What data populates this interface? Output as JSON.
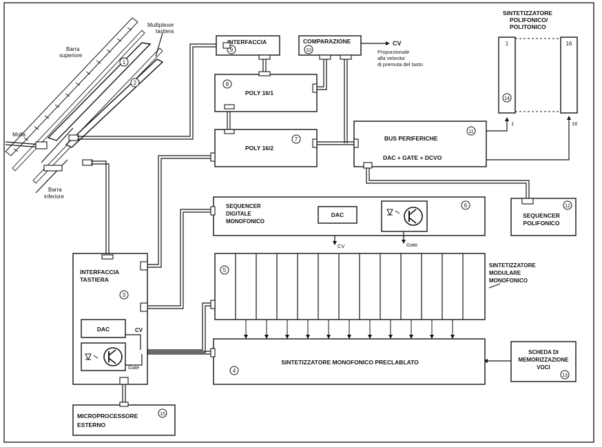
{
  "blocks": {
    "interfaccia": {
      "label": "INTERFACCIA",
      "num": "9"
    },
    "comparazione": {
      "label": "COMPARAZIONE",
      "num": "10"
    },
    "cv_out": "CV",
    "cv_note": [
      "Proporzionale",
      "alla velocita'",
      "di premuta del tasto"
    ],
    "poly161": {
      "label": "POLY 16/1",
      "num": "8"
    },
    "poly162": {
      "label": "POLY 16/2",
      "num": "7"
    },
    "bus": {
      "label": "BUS PERIFERICHE",
      "sub": "DAC + GATE + DCVO",
      "num": "11"
    },
    "synth_poly": {
      "title": [
        "SINTETIZZATORE",
        "POLIFONICO/",
        "POLITONICO"
      ],
      "first": "1",
      "last": "16",
      "num": "14",
      "out1": "1",
      "out16": "16"
    },
    "seq_digitale": {
      "title": [
        "SEQUENCER",
        "DIGITALE",
        "MONOFONICO"
      ],
      "dac": "DAC",
      "cv": "CV",
      "gate": "Gate",
      "num": "6"
    },
    "seq_poli": {
      "label": [
        "SEQUENCER",
        "POLIFONICO"
      ],
      "num": "12"
    },
    "modulare": {
      "title": [
        "SINTETIZZATORE",
        "MODULARE",
        "MONOFONICO"
      ],
      "num": "5"
    },
    "interfaccia_tastiera": {
      "label": [
        "INTERFACCIA",
        "TASTIERA"
      ],
      "num": "3",
      "dac": "DAC",
      "cv": "CV",
      "gate": "Gate"
    },
    "preclablato": {
      "label": "SINTETIZZATORE MONOFONICO PRECLABLATO",
      "num": "4"
    },
    "scheda": {
      "label": [
        "SCHEDA DI",
        "MEMORIZZAZIONE",
        "VOCI"
      ],
      "num": "13"
    },
    "micro": {
      "label": [
        "MICROPROCESSORE",
        "ESTERNO"
      ],
      "num": "15"
    }
  },
  "keyboard": {
    "multiplexer": [
      "Multiplexer",
      "tastiera"
    ],
    "barra_sup": [
      "Barra",
      "superiore"
    ],
    "barra_inf": [
      "Barra",
      "inferiore"
    ],
    "molla": "Molla",
    "num1": "1",
    "num2": "2"
  }
}
